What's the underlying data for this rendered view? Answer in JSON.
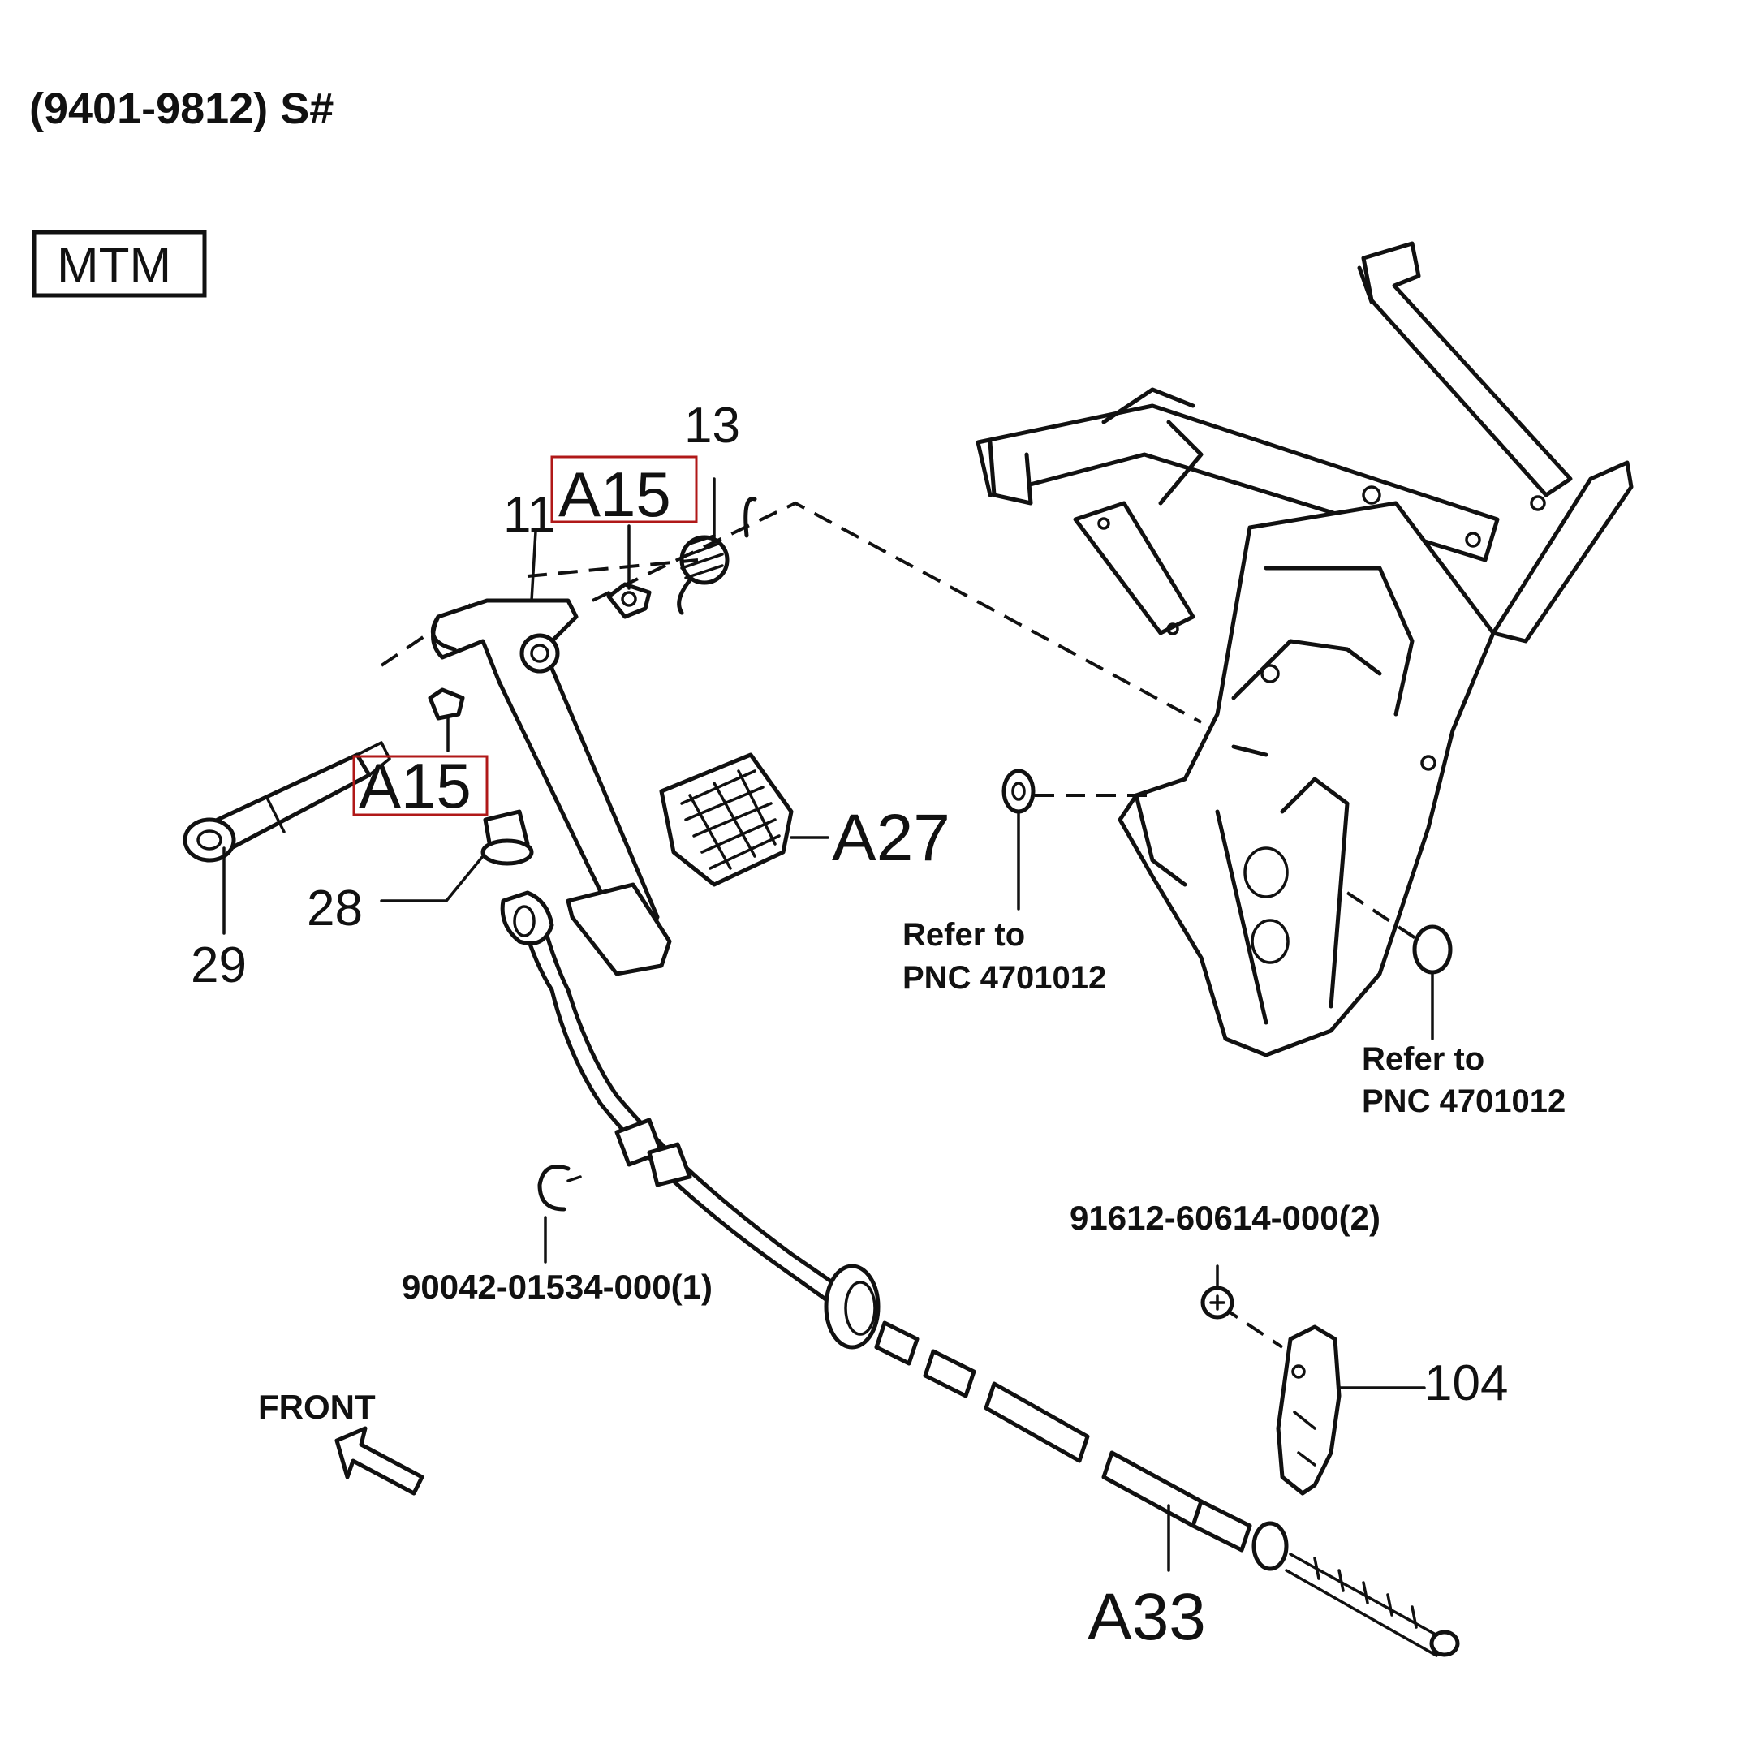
{
  "header": {
    "range_label": "(9401-9812) S#",
    "variant_label": "MTM"
  },
  "callouts": {
    "a15_top": "A15",
    "a15_left": "A15",
    "p11": "11",
    "p13": "13",
    "a27": "A27",
    "p28": "28",
    "p29": "29",
    "a33": "A33",
    "p104": "104",
    "ref_mid_line1": "Refer to",
    "ref_mid_line2": "PNC 4701012",
    "ref_right_line1": "Refer to",
    "ref_right_line2": "PNC 4701012",
    "part_clip": "90042-01534-000(1)",
    "part_bolt": "91612-60614-000(2)",
    "front_label": "FRONT"
  },
  "highlight_color": "#b01818"
}
